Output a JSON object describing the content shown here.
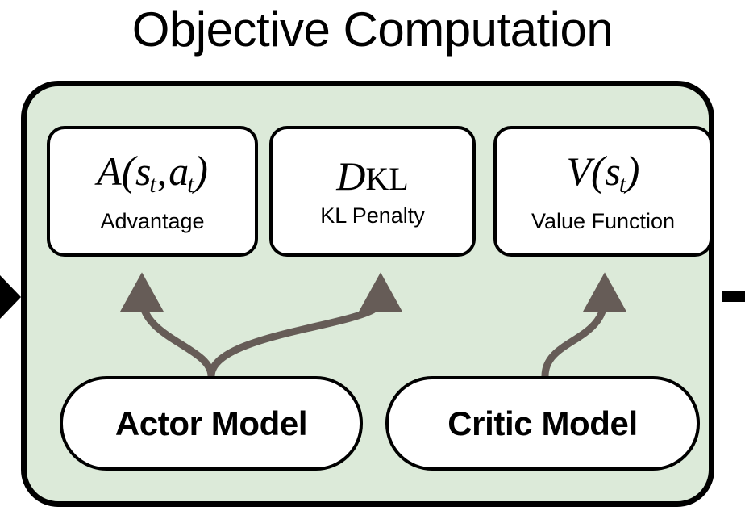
{
  "title": "Objective Computation",
  "colors": {
    "container_fill": "#dcead9",
    "container_border": "#000000",
    "box_fill": "#ffffff",
    "box_border": "#000000",
    "arrow": "#665c57",
    "edge_arrow": "#000000",
    "text": "#000000"
  },
  "container": {
    "name": "objective-computation-group"
  },
  "top_boxes": [
    {
      "id": "advantage",
      "formula_main": "A",
      "formula_open": "(",
      "formula_var1": "s",
      "formula_sub1": "t",
      "formula_comma": ",",
      "formula_var2": "a",
      "formula_sub2": "t",
      "formula_close": ")",
      "formula_plain": "A(s_t, a_t)",
      "caption": "Advantage"
    },
    {
      "id": "kl",
      "formula_main": "D",
      "formula_subscript": "KL",
      "formula_plain": "D_KL",
      "caption": "KL Penalty"
    },
    {
      "id": "value",
      "formula_main": "V",
      "formula_open": "(",
      "formula_var1": "s",
      "formula_sub1": "t",
      "formula_close": ")",
      "formula_plain": "V(s_t)",
      "caption": "Value Function"
    }
  ],
  "bottom_boxes": [
    {
      "id": "actor",
      "label": "Actor Model"
    },
    {
      "id": "critic",
      "label": "Critic Model"
    }
  ],
  "connections": [
    {
      "from": "actor",
      "to": "advantage"
    },
    {
      "from": "actor",
      "to": "kl"
    },
    {
      "from": "critic",
      "to": "value"
    }
  ],
  "edge_markers": [
    {
      "id": "input-arrow",
      "direction": "right",
      "side": "left"
    },
    {
      "id": "output-arrow",
      "direction": "right",
      "side": "right"
    }
  ]
}
